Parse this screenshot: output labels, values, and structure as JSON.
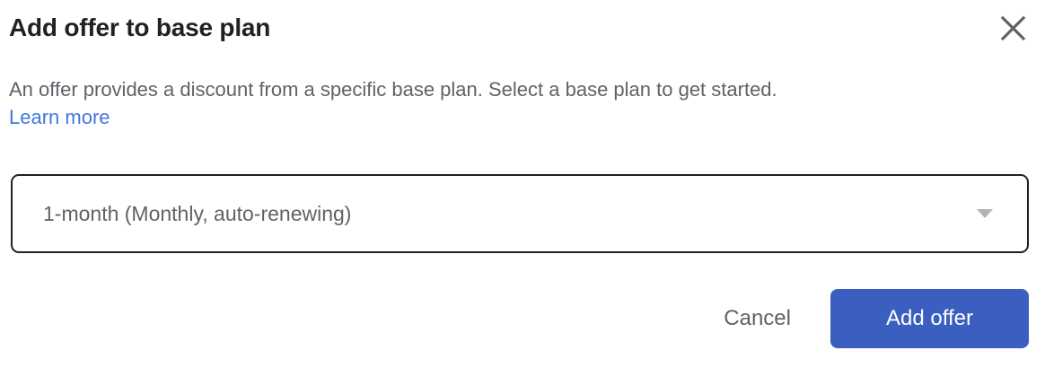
{
  "dialog": {
    "title": "Add offer to base plan",
    "close_icon": "close-icon",
    "description": "An offer provides a discount from a specific base plan. Select a base plan to get started.",
    "learn_more_label": "Learn more",
    "base_plan_select": {
      "selected_value": "1-month (Monthly, auto-renewing)",
      "arrow_icon": "chevron-down-icon"
    },
    "actions": {
      "cancel_label": "Cancel",
      "submit_label": "Add offer"
    },
    "colors": {
      "primary_button": "#3a5fc0",
      "link": "#4177e0",
      "text_primary": "#202124",
      "text_secondary": "#5f6368",
      "border": "#202124",
      "background": "#ffffff"
    }
  }
}
